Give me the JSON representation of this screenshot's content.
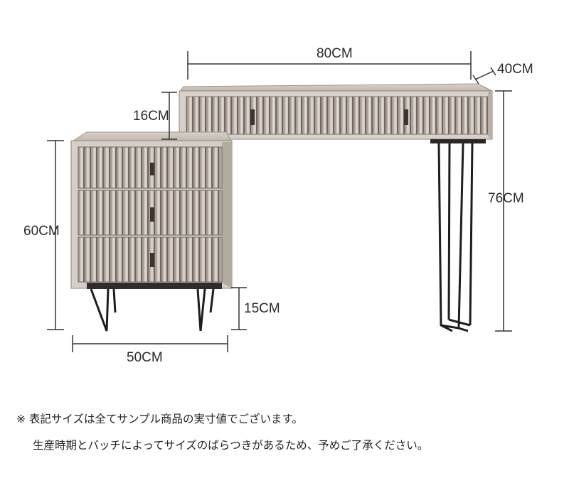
{
  "dimensions": {
    "desk_width": "80CM",
    "desk_depth": "40CM",
    "drawer_height": "16CM",
    "total_height": "76CM",
    "cabinet_height": "60CM",
    "leg_height": "15CM",
    "cabinet_width": "50CM"
  },
  "notes": {
    "line1": "※  表記サイズは全てサンプル商品の実寸値でございます。",
    "line2": "生産時期とバッチによってサイズのばらつきがあるため、予めご了承ください。"
  }
}
